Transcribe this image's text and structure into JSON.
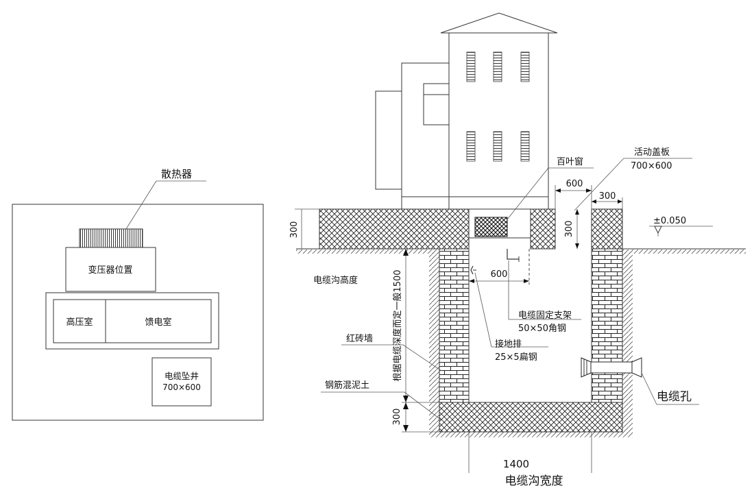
{
  "plan": {
    "radiator": "散热器",
    "transformer": "变压器位置",
    "hv_room": "高压室",
    "feeder_room": "馈电室",
    "cable_pit": "电缆坠井",
    "cable_pit_size": "700×600"
  },
  "section": {
    "louver": "百叶窗",
    "cover": "活动盖板",
    "cover_size": "700×600",
    "dim_600_top": "600",
    "dim_300_top": "300",
    "dim_300_cover": "300",
    "dim_300_slab": "300",
    "elevation": "±0.050",
    "trench_height": "电缆沟高度",
    "depth_note": "根据电缆深度而定一般1500",
    "dim_600_mid": "600",
    "bracket": "电缆固定支架",
    "bracket_size": "50×50角钢",
    "ground_bar": "接地排",
    "ground_bar_size": "25×5扁钢",
    "brick_wall": "红砖墙",
    "concrete": "钢筋混泥土",
    "cable_hole": "电缆孔",
    "dim_300_bottom": "300",
    "width_value": "1400",
    "width_label": "电缆沟宽度"
  }
}
